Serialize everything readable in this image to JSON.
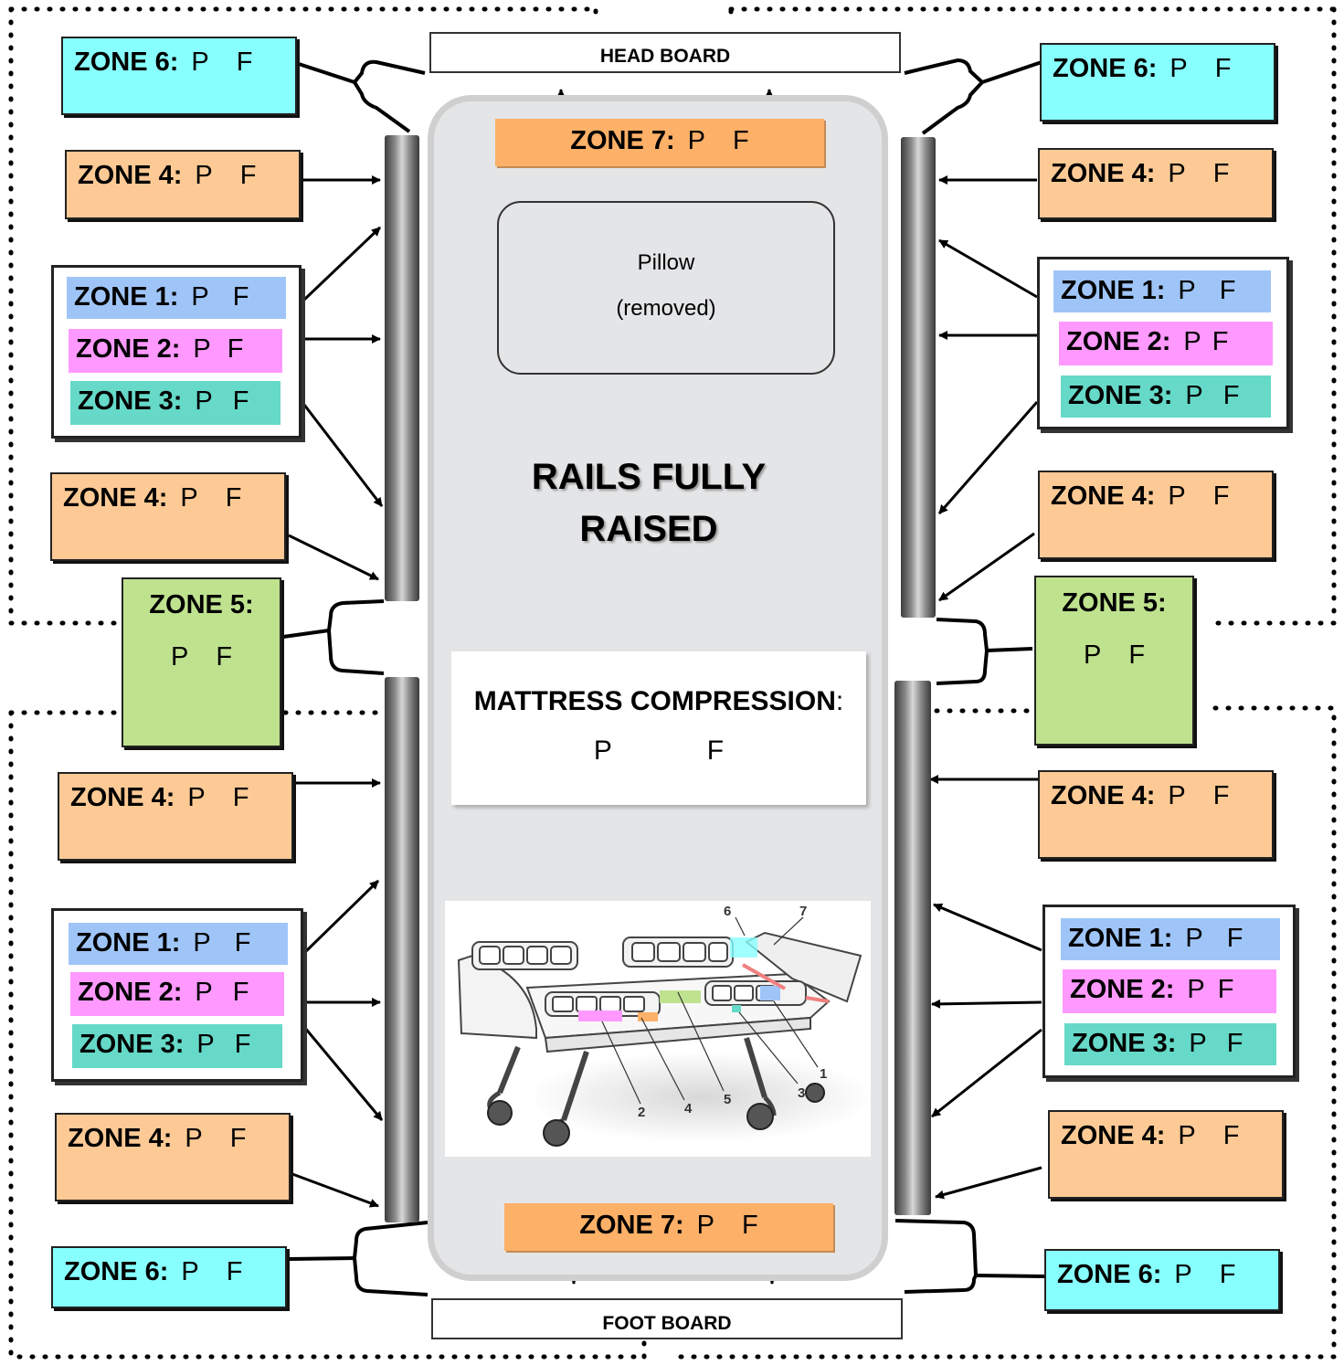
{
  "title": "RAILS FULLY RAISED",
  "head_board": "HEAD BOARD",
  "foot_board": "FOOT BOARD",
  "pillow": {
    "line1": "Pillow",
    "line2": "(removed)"
  },
  "mattress": {
    "label": "MATTRESS COMPRESSION",
    "colon": ":",
    "p": "P",
    "f": "F"
  },
  "pass": "P",
  "fail": "F",
  "zones": {
    "z1": "ZONE 1:",
    "z2": "ZONE 2:",
    "z3": "ZONE 3:",
    "z4": "ZONE 4:",
    "z5": "ZONE 5:",
    "z6": "ZONE 6:",
    "z7": "ZONE 7:"
  },
  "bed_diagram_numbers": [
    "1",
    "2",
    "3",
    "4",
    "5",
    "6",
    "7"
  ],
  "colors": {
    "zone1": "#9fc5f8",
    "zone2": "#ff99ff",
    "zone3": "#66d9c8",
    "zone4": "#fdca95",
    "zone5": "#bfe28f",
    "zone6": "#88ffff",
    "zone7": "#fdb067",
    "bed": "#e4e5e7"
  }
}
